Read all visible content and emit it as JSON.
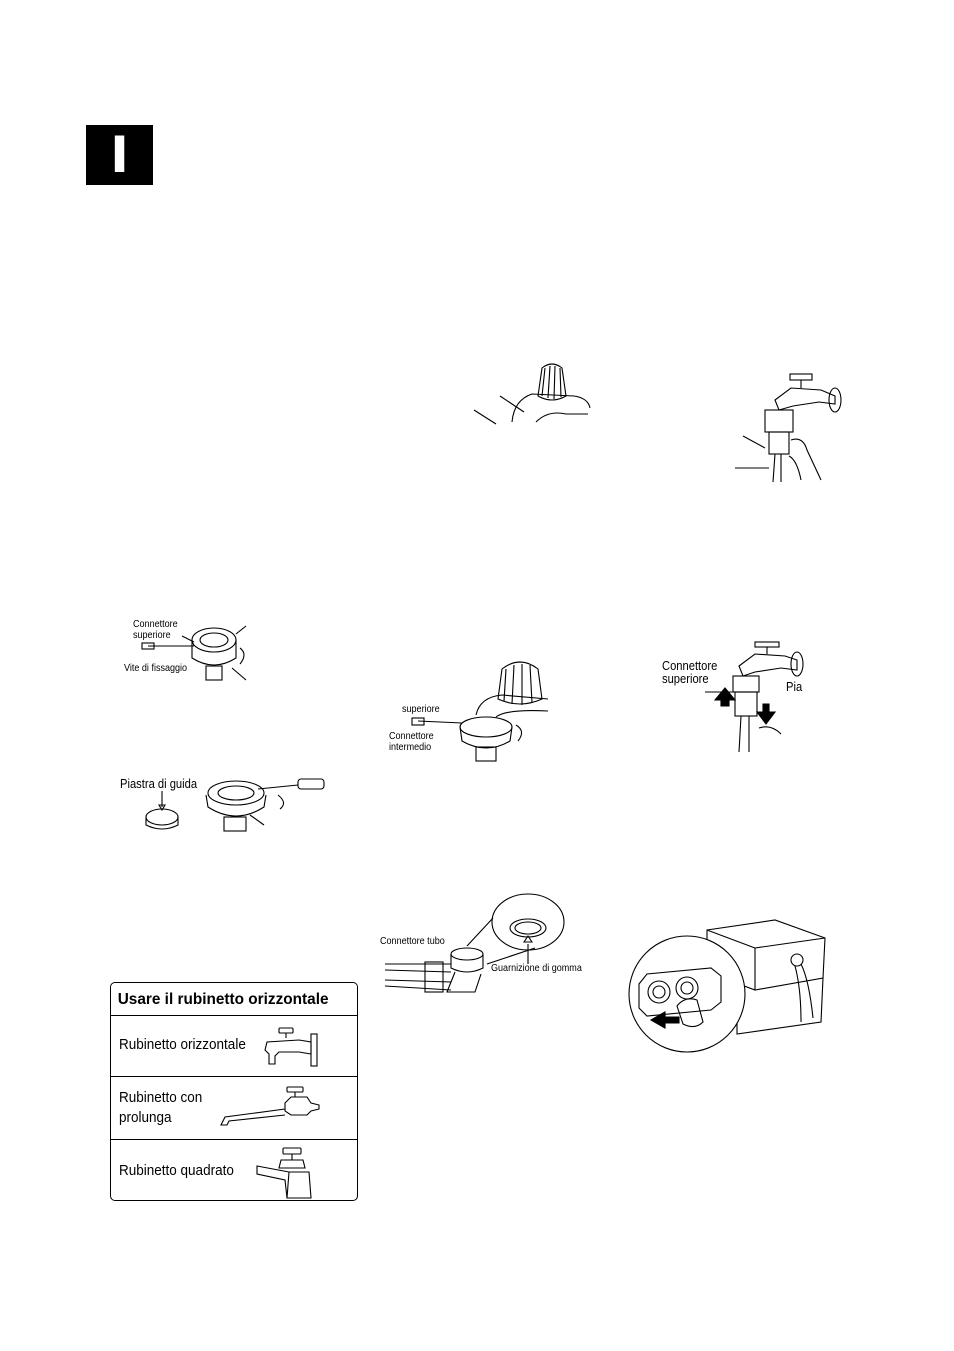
{
  "lang_badge": "I",
  "fig_top_left": {
    "connettore_superiore": "Connettore\nsuperiore",
    "vite_di_fissaggio": "Vite di fissaggio"
  },
  "fig_guide_plate": {
    "piastra_di_guida": "Piastra di guida"
  },
  "fig_center": {
    "superiore": "superiore",
    "connettore_intermedio": "Connettore\nintermedio"
  },
  "fig_right_tap": {
    "connettore_superiore": "Connettore\nsuperiore",
    "pia": "Pia"
  },
  "fig_hose": {
    "connettore_tubo": "Connettore tubo",
    "guarnizione_di_gomma": "Guarnizione di gomma"
  },
  "tap_table": {
    "title": "Usare il rubinetto orizzontale",
    "rows": [
      {
        "label": "Rubinetto orizzontale",
        "icon": "horizontal-tap-icon"
      },
      {
        "label": "Rubinetto con\nprolunga",
        "icon": "extended-tap-icon"
      },
      {
        "label": "Rubinetto quadrato",
        "icon": "square-tap-icon"
      }
    ]
  }
}
